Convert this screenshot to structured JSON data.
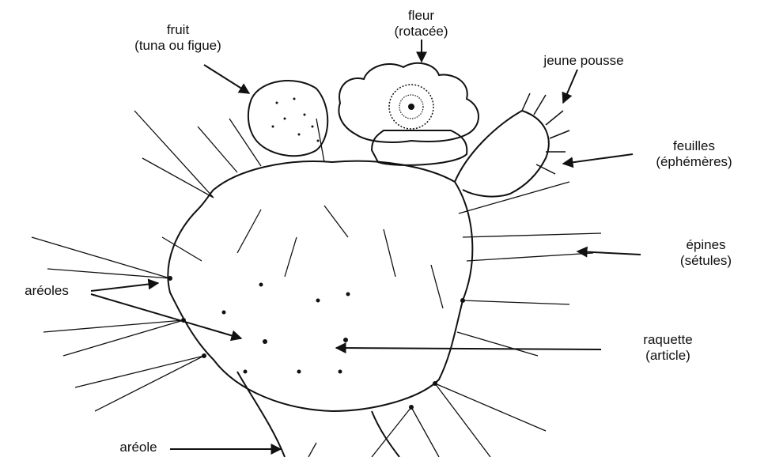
{
  "labels": {
    "fruit": {
      "line1": "fruit",
      "line2": "(tuna ou figue)"
    },
    "fleur": {
      "line1": "fleur",
      "line2": "(rotacée)"
    },
    "jeune_pousse": {
      "line1": "jeune pousse"
    },
    "feuilles": {
      "line1": "feuilles",
      "line2": "(éphémères)"
    },
    "epines": {
      "line1": "épines",
      "line2": "(sétules)"
    },
    "areoles": {
      "line1": "aréoles"
    },
    "raquette": {
      "line1": "raquette",
      "line2": "(article)"
    },
    "areole": {
      "line1": "aréole"
    }
  },
  "colors": {
    "ink": "#111111",
    "background": "#ffffff"
  }
}
